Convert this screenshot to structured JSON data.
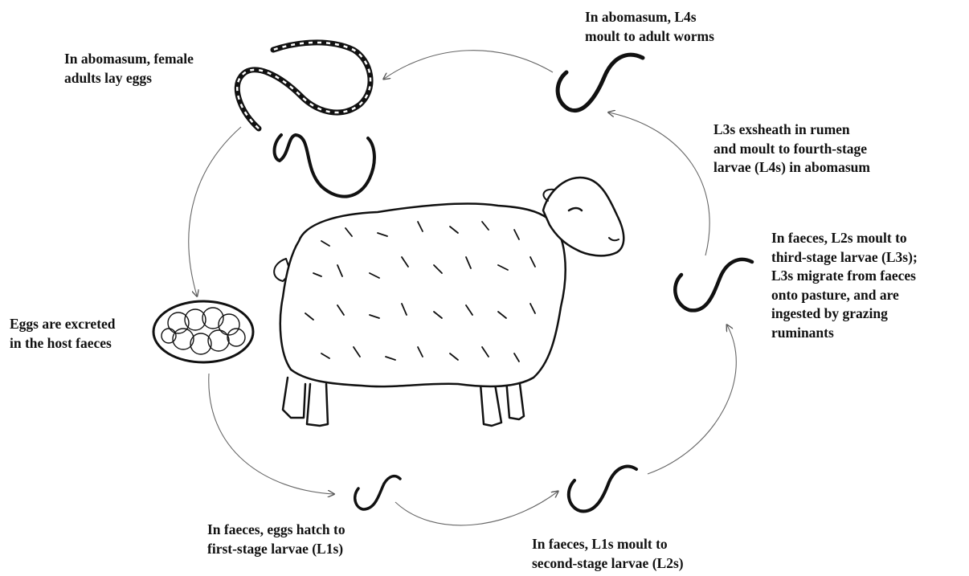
{
  "stages": {
    "adults_lay_eggs": [
      "In abomasum, female",
      "adults lay eggs"
    ],
    "l4_moult": [
      "In abomasum, L4s",
      "moult to adult worms"
    ],
    "l3_exsheath": [
      "L3s exsheath in rumen",
      "and moult to fourth-stage",
      "larvae (L4s) in abomasum"
    ],
    "l2_moult": [
      "In faeces, L2s moult to",
      "third-stage larvae (L3s);",
      "L3s migrate from faeces",
      "onto pasture, and are",
      "ingested by grazing",
      "ruminants"
    ],
    "eggs_excreted": [
      "Eggs are excreted",
      "in the host faeces"
    ],
    "eggs_hatch": [
      "In faeces, eggs hatch to",
      "first-stage larvae (L1s)"
    ],
    "l1_moult": [
      "In faeces, L1s moult to",
      "second-stage larvae (L2s)"
    ]
  },
  "colors": {
    "ink": "#111111",
    "arrow": "#555555",
    "wool": "#ffffff"
  }
}
